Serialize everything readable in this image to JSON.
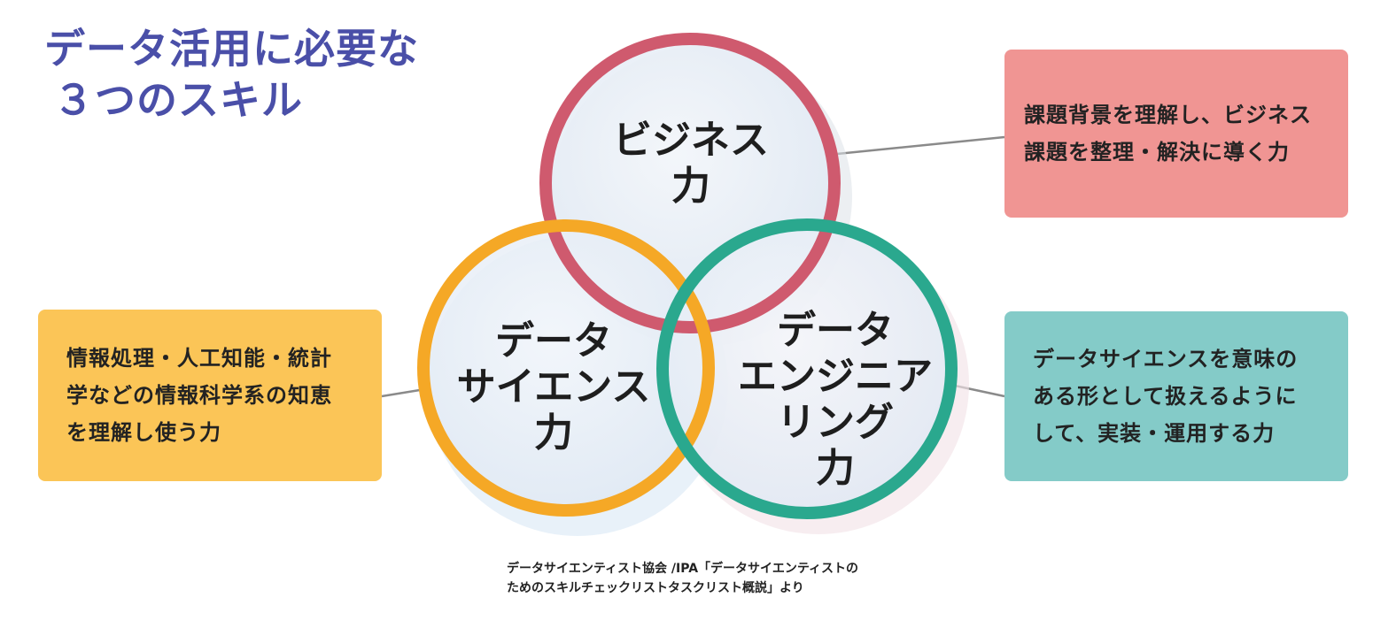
{
  "title": {
    "line1": "データ活用に必要な",
    "line2": "３つのスキル"
  },
  "circles": {
    "business": {
      "label_lines": [
        "ビジネス",
        "力"
      ],
      "color": "#cf5a6e"
    },
    "data_science": {
      "label_lines": [
        "データ",
        "サイエンス",
        "力"
      ],
      "color": "#f5a826"
    },
    "data_engineering": {
      "label_lines": [
        "データ",
        "エンジニア",
        "リング",
        "力"
      ],
      "color": "#2aa88e"
    }
  },
  "boxes": {
    "business": {
      "lines": [
        "課題背景を理解し、ビジネス",
        "課題を整理・解決に導く力"
      ],
      "color": "#f09593"
    },
    "data_science": {
      "lines": [
        "情報処理・人工知能・統計",
        "学などの情報科学系の知恵",
        "を理解し使う力"
      ],
      "color": "#fbc557"
    },
    "data_engineering": {
      "lines": [
        "データサイエンスを意味の",
        "ある形として扱えるように",
        "して、実装・運用する力"
      ],
      "color": "#84cbc8"
    }
  },
  "source": {
    "line1": "データサイエンティスト協会 /IPA「データサイエンティストの",
    "line2": "ためのスキルチェックリストタスクリスト概説」より"
  }
}
